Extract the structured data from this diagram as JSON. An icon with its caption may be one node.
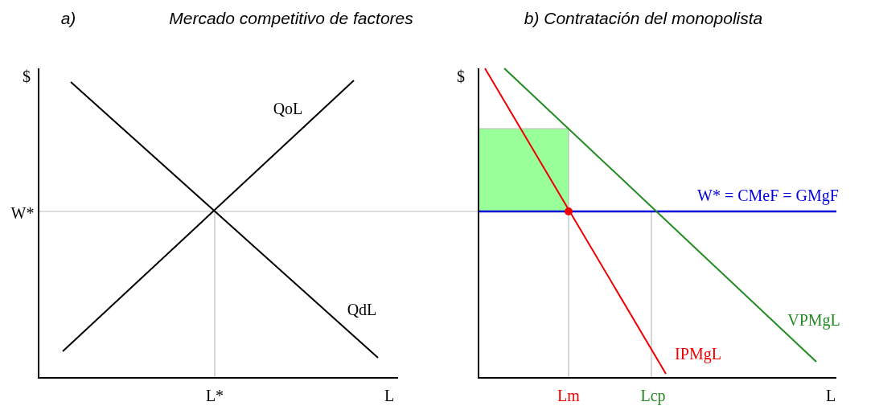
{
  "diagram": {
    "labels": [
      "a)",
      "Mercado competitivo de factores",
      "b) Contratación del monopolista",
      "$",
      "$",
      "QoL",
      "W*",
      "W* = CMeF = GMgF",
      "QdL",
      "VPMgL",
      "IPMgL",
      "L*",
      "L",
      "Lm",
      "Lcp",
      "L"
    ]
  }
}
